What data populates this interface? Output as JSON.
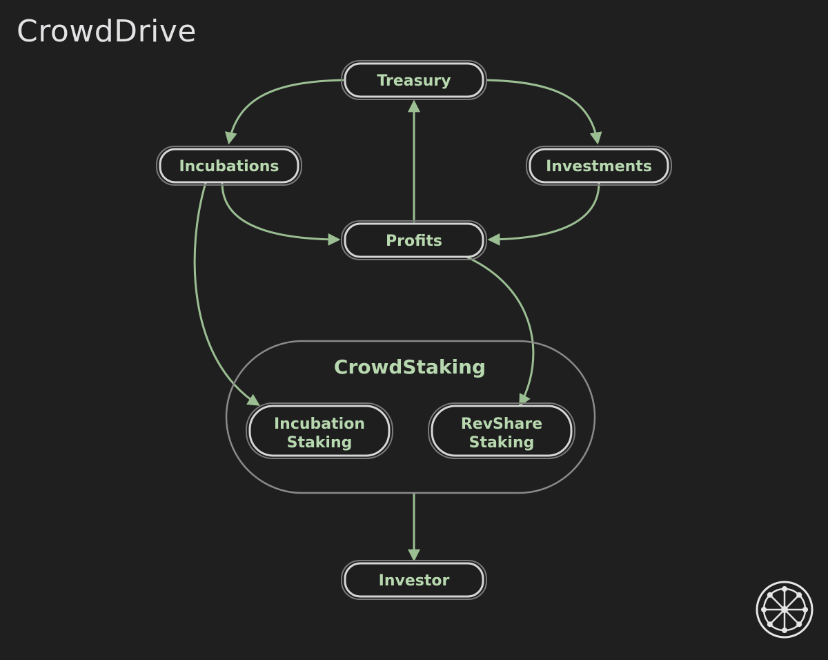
{
  "header": {
    "title": "CrowdDrive"
  },
  "nodes": {
    "treasury": "Treasury",
    "incubations": "Incubations",
    "investments": "Investments",
    "profits": "Profits",
    "incubation_staking_line1": "Incubation",
    "incubation_staking_line2": "Staking",
    "revshare_staking_line1": "RevShare",
    "revshare_staking_line2": "Staking",
    "investor": "Investor"
  },
  "group": {
    "label": "CrowdStaking"
  },
  "edges": [
    {
      "from": "Treasury",
      "to": "Incubations"
    },
    {
      "from": "Treasury",
      "to": "Investments"
    },
    {
      "from": "Profits",
      "to": "Treasury"
    },
    {
      "from": "Incubations",
      "to": "Profits"
    },
    {
      "from": "Investments",
      "to": "Profits"
    },
    {
      "from": "Incubations",
      "to": "Incubation Staking"
    },
    {
      "from": "Profits",
      "to": "RevShare Staking"
    },
    {
      "from": "CrowdStaking",
      "to": "Investor"
    }
  ],
  "colors": {
    "background": "#1f1f1f",
    "label": "#b8d9b0",
    "edge": "#9bbf93",
    "node_border": "#d6d6d6"
  },
  "logo": {
    "icon": "wheel-logo-icon"
  }
}
